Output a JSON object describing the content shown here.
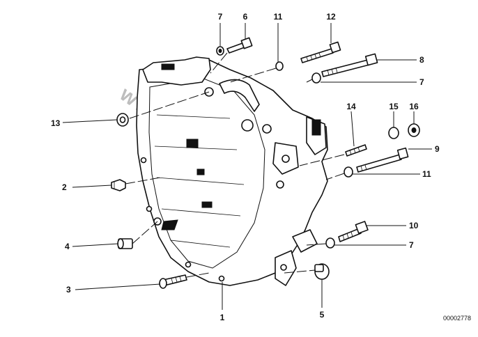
{
  "diagram": {
    "watermark": "www.BMW.Se.bl",
    "reference_number": "00002778",
    "callouts": {
      "c1": "1",
      "c2": "2",
      "c3": "3",
      "c4": "4",
      "c5": "5",
      "c6": "6",
      "c7a": "7",
      "c7b": "7",
      "c7c": "7",
      "c8": "8",
      "c9": "9",
      "c10": "10",
      "c11a": "11",
      "c11b": "11",
      "c12": "12",
      "c13": "13",
      "c14": "14",
      "c15": "15",
      "c16": "16"
    }
  }
}
